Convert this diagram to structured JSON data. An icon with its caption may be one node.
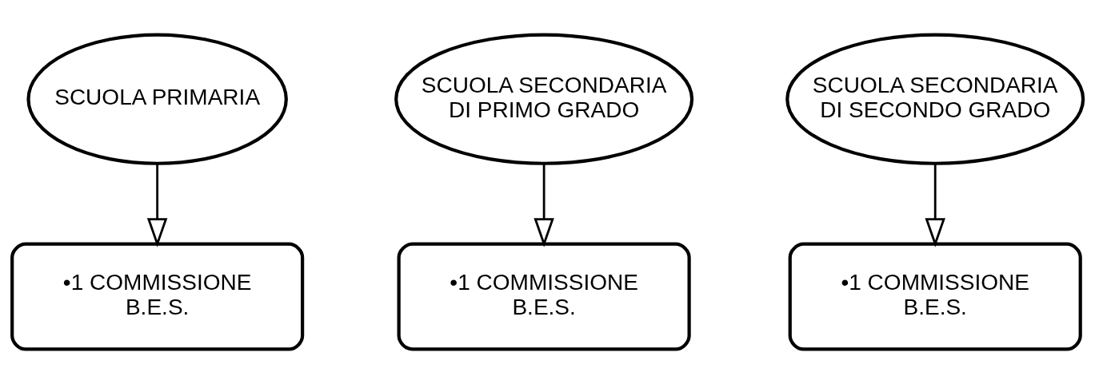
{
  "diagram": {
    "nodes": [
      {
        "text": [
          "SCUOLA PRIMARIA"
        ]
      },
      {
        "text": [
          "SCUOLA SECONDARIA DI PRIMO GRADO"
        ]
      },
      {
        "text": [
          "SCUOLA SECONDARIA DI SECONDO GRADO"
        ]
      },
      {
        "text": [
          "•1 COMMISSIONE B.E.S."
        ]
      },
      {
        "text": [
          "•1 COMMISSIONE B.E.S."
        ]
      },
      {
        "text": [
          "•1 COMMISSIONE B.E.S."
        ]
      }
    ],
    "edges": [
      {
        "from": 0,
        "to": 3,
        "arrow": "to"
      },
      {
        "from": 1,
        "to": 4,
        "arrow": "to"
      },
      {
        "from": 2,
        "to": 5,
        "arrow": "to"
      }
    ]
  }
}
